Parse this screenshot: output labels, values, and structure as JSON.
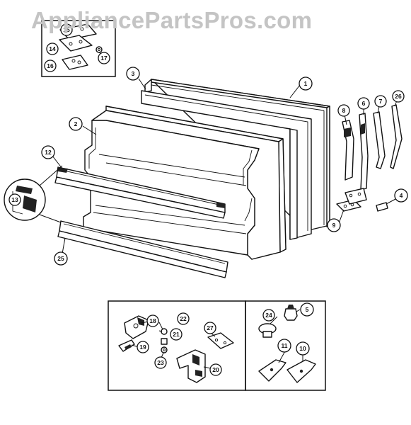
{
  "watermark": "AppliancePartsPros.com",
  "callouts": {
    "c1": "1",
    "c2": "2",
    "c3": "3",
    "c4": "4",
    "c5": "5",
    "c6": "6",
    "c7": "7",
    "c8": "8",
    "c9": "9",
    "c10": "10",
    "c11": "11",
    "c12": "12",
    "c13": "13",
    "c14": "14",
    "c15": "15",
    "c16": "16",
    "c17": "17",
    "c18": "18",
    "c19": "19",
    "c20": "20",
    "c21": "21",
    "c22": "22",
    "c23": "23",
    "c24": "24",
    "c25": "25",
    "c26": "26",
    "c27": "27"
  }
}
